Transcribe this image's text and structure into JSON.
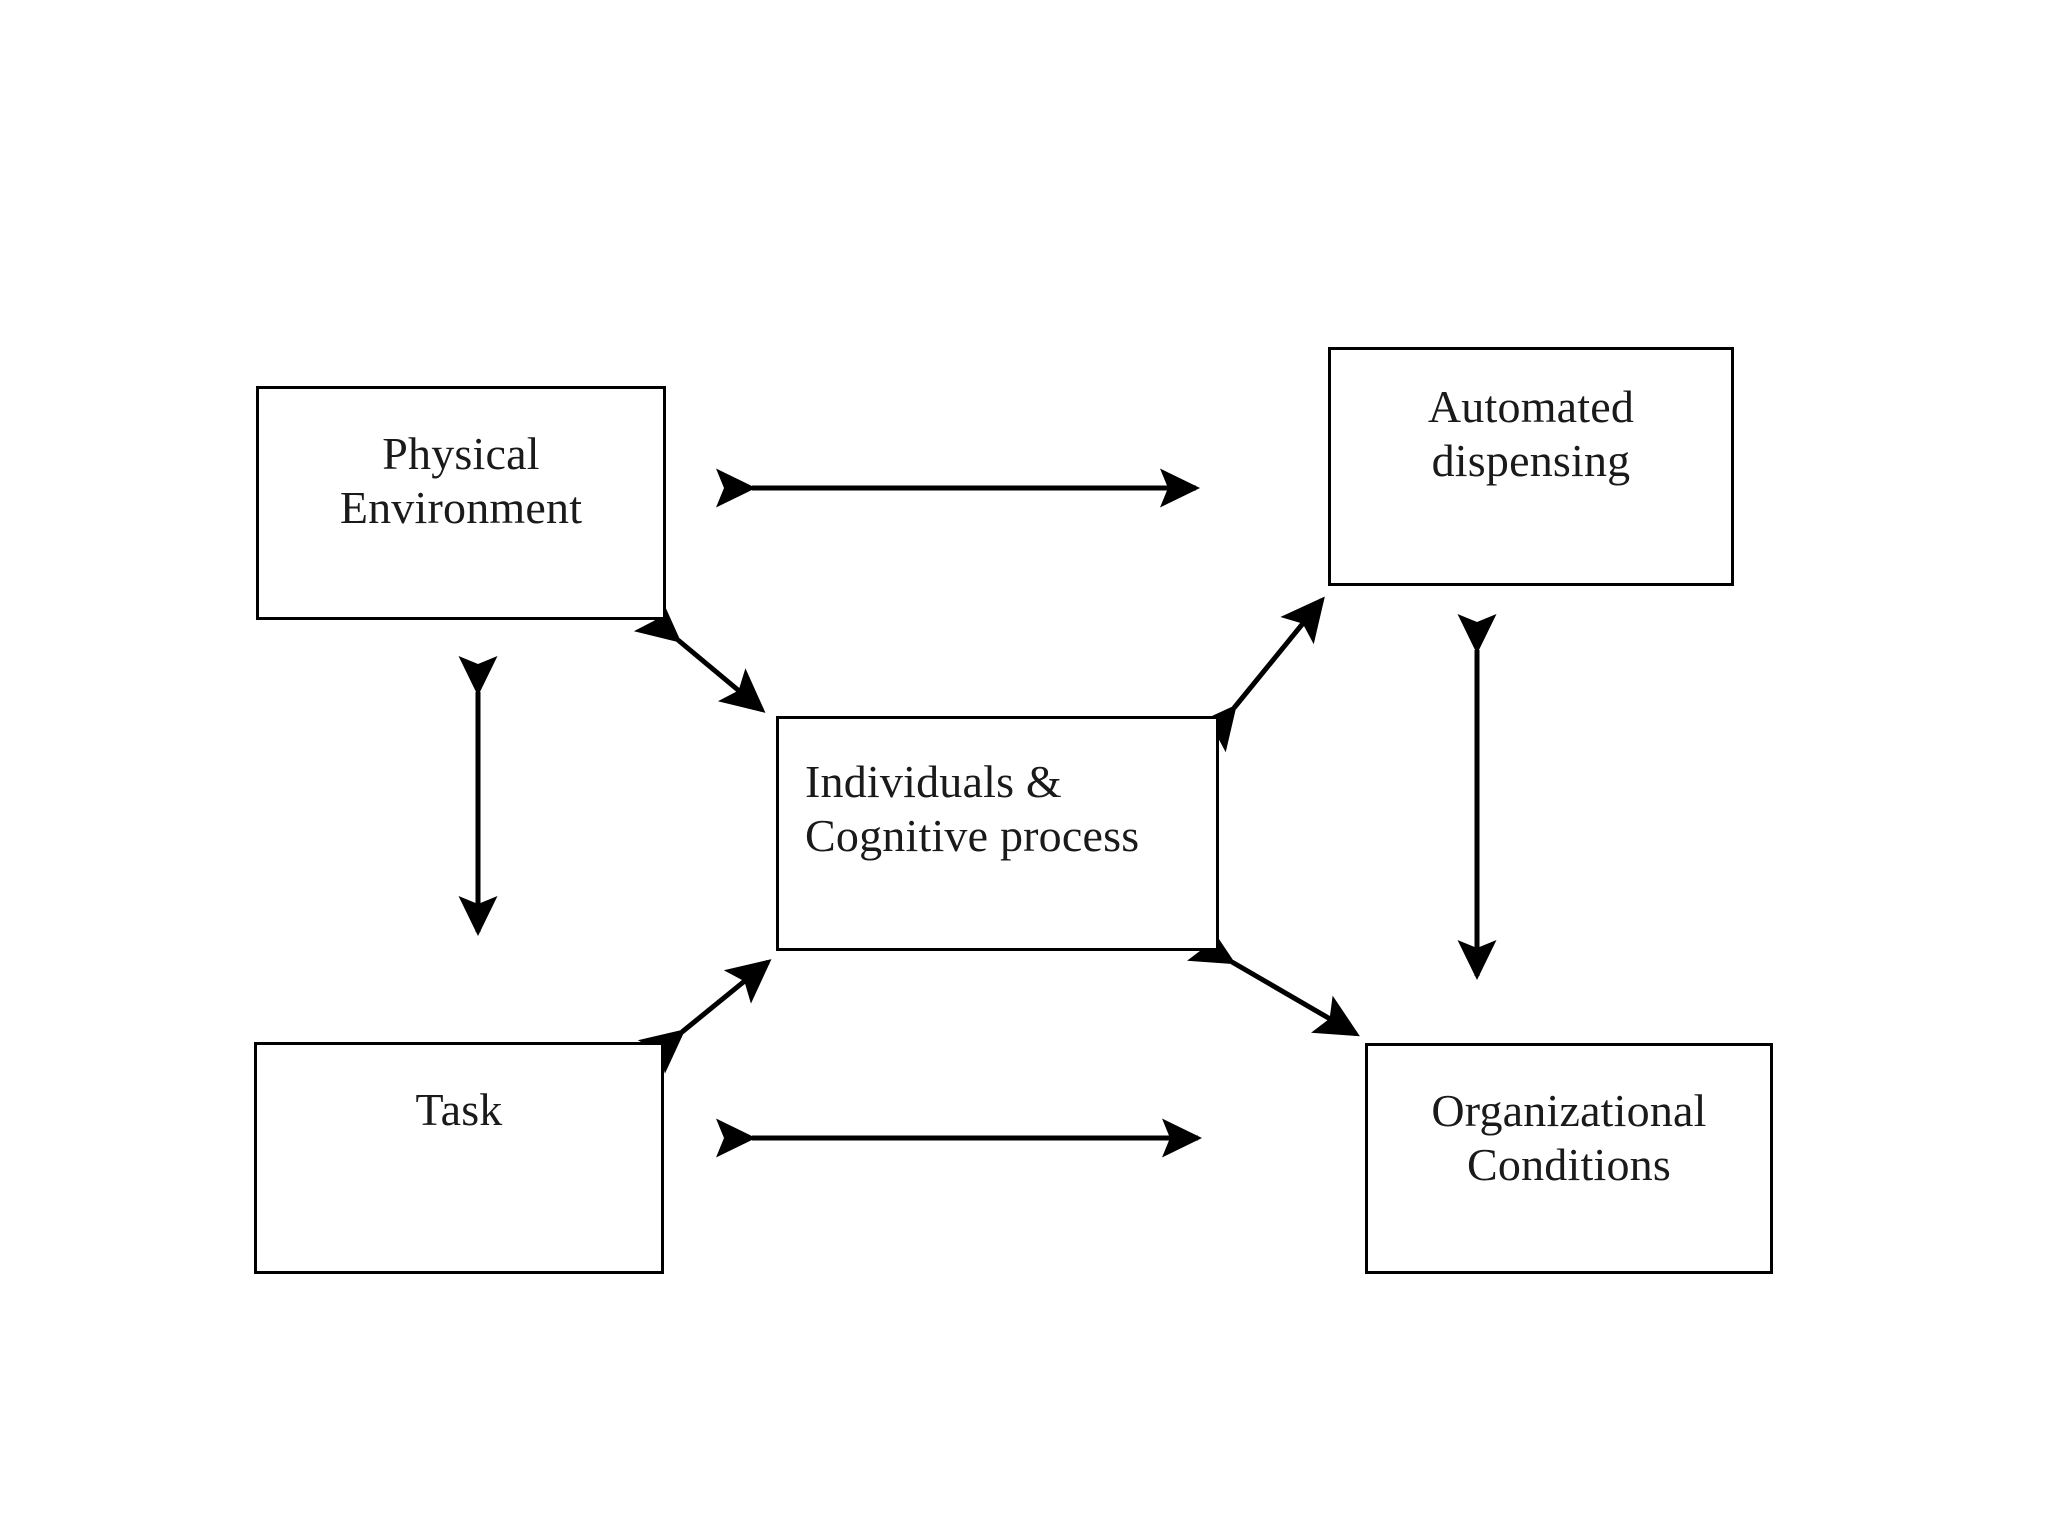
{
  "figure": {
    "kind": "block-diagram",
    "background_color": "#ffffff",
    "line_color": "#000000",
    "text_color": "#1a1a1a"
  },
  "nodes": {
    "physical_environment": {
      "label": "Physical\nEnvironment"
    },
    "automated_dispensing": {
      "label": "Automated\ndispensing"
    },
    "individuals_cognitive_process": {
      "label": "Individuals &\nCognitive process"
    },
    "task": {
      "label": "Task"
    },
    "organizational_conditions": {
      "label": "Organizational\nConditions"
    }
  },
  "edges": [
    {
      "name": "physical-environment-to-automated-dispensing",
      "style": "double-headed",
      "orientation": "horizontal"
    },
    {
      "name": "physical-environment-to-task",
      "style": "double-headed",
      "orientation": "vertical"
    },
    {
      "name": "automated-dispensing-to-organizational-conditions",
      "style": "double-headed",
      "orientation": "vertical"
    },
    {
      "name": "task-to-organizational-conditions",
      "style": "double-headed",
      "orientation": "horizontal"
    },
    {
      "name": "physical-environment-to-individuals",
      "style": "double-headed",
      "orientation": "diagonal"
    },
    {
      "name": "individuals-to-automated-dispensing",
      "style": "double-headed",
      "orientation": "diagonal"
    },
    {
      "name": "task-to-individuals",
      "style": "double-headed",
      "orientation": "diagonal"
    },
    {
      "name": "individuals-to-organizational-conditions",
      "style": "double-headed",
      "orientation": "diagonal"
    }
  ]
}
